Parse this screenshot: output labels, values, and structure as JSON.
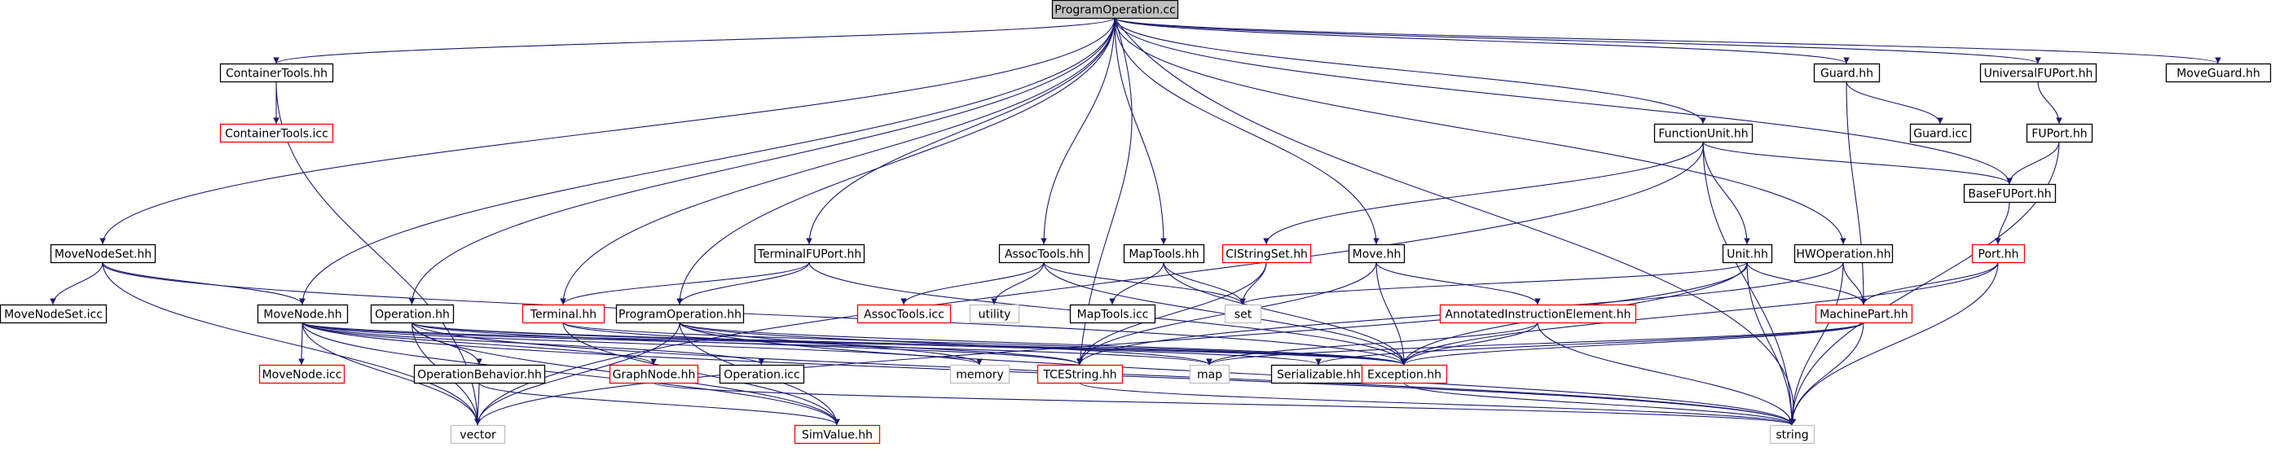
{
  "colors": {
    "root_fill": "#bfbfbf",
    "normal_border": "#000000",
    "truncated_border": "#ff0000",
    "external_border": "#bfbfbf",
    "edge": "#191970",
    "text": "#000000"
  },
  "nodes": {
    "programoperation_cc": {
      "label": "ProgramOperation.cc",
      "kind": "root"
    },
    "containertools_hh": {
      "label": "ContainerTools.hh",
      "kind": "normal"
    },
    "containertools_icc": {
      "label": "ContainerTools.icc",
      "kind": "truncated"
    },
    "guard_hh": {
      "label": "Guard.hh",
      "kind": "normal"
    },
    "guard_icc": {
      "label": "Guard.icc",
      "kind": "normal"
    },
    "universalfuport_hh": {
      "label": "UniversalFUPort.hh",
      "kind": "normal"
    },
    "moveguard_hh": {
      "label": "MoveGuard.hh",
      "kind": "normal"
    },
    "fuport_hh": {
      "label": "FUPort.hh",
      "kind": "normal"
    },
    "functionunit_hh": {
      "label": "FunctionUnit.hh",
      "kind": "normal"
    },
    "basefuport_hh": {
      "label": "BaseFUPort.hh",
      "kind": "normal"
    },
    "movenodeset_hh": {
      "label": "MoveNodeSet.hh",
      "kind": "normal"
    },
    "terminalfuport_hh": {
      "label": "TerminalFUPort.hh",
      "kind": "normal"
    },
    "assoctools_hh": {
      "label": "AssocTools.hh",
      "kind": "normal"
    },
    "maptools_hh": {
      "label": "MapTools.hh",
      "kind": "normal"
    },
    "cistringset_hh": {
      "label": "CIStringSet.hh",
      "kind": "truncated"
    },
    "move_hh": {
      "label": "Move.hh",
      "kind": "normal"
    },
    "unit_hh": {
      "label": "Unit.hh",
      "kind": "normal"
    },
    "hwoperation_hh": {
      "label": "HWOperation.hh",
      "kind": "normal"
    },
    "port_hh": {
      "label": "Port.hh",
      "kind": "truncated"
    },
    "movenodeset_icc": {
      "label": "MoveNodeSet.icc",
      "kind": "normal"
    },
    "movenode_hh": {
      "label": "MoveNode.hh",
      "kind": "normal"
    },
    "operation_hh": {
      "label": "Operation.hh",
      "kind": "normal"
    },
    "terminal_hh": {
      "label": "Terminal.hh",
      "kind": "truncated"
    },
    "programoperation_hh": {
      "label": "ProgramOperation.hh",
      "kind": "normal"
    },
    "assoctools_icc": {
      "label": "AssocTools.icc",
      "kind": "truncated"
    },
    "utility": {
      "label": "utility",
      "kind": "external"
    },
    "maptools_icc": {
      "label": "MapTools.icc",
      "kind": "normal"
    },
    "set": {
      "label": "set",
      "kind": "external"
    },
    "annotatedinstructionelement_hh": {
      "label": "AnnotatedInstructionElement.hh",
      "kind": "truncated"
    },
    "machinepart_hh": {
      "label": "MachinePart.hh",
      "kind": "truncated"
    },
    "movenode_icc": {
      "label": "MoveNode.icc",
      "kind": "truncated"
    },
    "operationbehavior_hh": {
      "label": "OperationBehavior.hh",
      "kind": "normal"
    },
    "graphnode_hh": {
      "label": "GraphNode.hh",
      "kind": "truncated"
    },
    "operation_icc": {
      "label": "Operation.icc",
      "kind": "normal"
    },
    "memory": {
      "label": "memory",
      "kind": "external"
    },
    "tcestring_hh": {
      "label": "TCEString.hh",
      "kind": "truncated"
    },
    "map": {
      "label": "map",
      "kind": "external"
    },
    "serializable_hh": {
      "label": "Serializable.hh",
      "kind": "normal"
    },
    "exception_hh": {
      "label": "Exception.hh",
      "kind": "truncated"
    },
    "vector": {
      "label": "vector",
      "kind": "external"
    },
    "simvalue_hh": {
      "label": "SimValue.hh",
      "kind": "truncated"
    },
    "string": {
      "label": "string",
      "kind": "external"
    }
  },
  "edges": [
    [
      "programoperation_cc",
      "containertools_hh"
    ],
    [
      "programoperation_cc",
      "guard_hh"
    ],
    [
      "programoperation_cc",
      "universalfuport_hh"
    ],
    [
      "programoperation_cc",
      "moveguard_hh"
    ],
    [
      "programoperation_cc",
      "functionunit_hh"
    ],
    [
      "programoperation_cc",
      "basefuport_hh"
    ],
    [
      "programoperation_cc",
      "movenodeset_hh"
    ],
    [
      "programoperation_cc",
      "terminalfuport_hh"
    ],
    [
      "programoperation_cc",
      "assoctools_hh"
    ],
    [
      "programoperation_cc",
      "maptools_hh"
    ],
    [
      "programoperation_cc",
      "move_hh"
    ],
    [
      "programoperation_cc",
      "hwoperation_hh"
    ],
    [
      "programoperation_cc",
      "movenode_hh"
    ],
    [
      "programoperation_cc",
      "operation_hh"
    ],
    [
      "programoperation_cc",
      "terminal_hh"
    ],
    [
      "programoperation_cc",
      "programoperation_hh"
    ],
    [
      "programoperation_cc",
      "tcestring_hh"
    ],
    [
      "programoperation_cc",
      "string"
    ],
    [
      "containertools_hh",
      "containertools_icc"
    ],
    [
      "containertools_hh",
      "vector"
    ],
    [
      "guard_hh",
      "guard_icc"
    ],
    [
      "guard_hh",
      "machinepart_hh"
    ],
    [
      "universalfuport_hh",
      "fuport_hh"
    ],
    [
      "fuport_hh",
      "basefuport_hh"
    ],
    [
      "fuport_hh",
      "string"
    ],
    [
      "basefuport_hh",
      "port_hh"
    ],
    [
      "functionunit_hh",
      "basefuport_hh"
    ],
    [
      "functionunit_hh",
      "cistringset_hh"
    ],
    [
      "functionunit_hh",
      "unit_hh"
    ],
    [
      "functionunit_hh",
      "vector"
    ],
    [
      "functionunit_hh",
      "string"
    ],
    [
      "port_hh",
      "machinepart_hh"
    ],
    [
      "port_hh",
      "string"
    ],
    [
      "port_hh",
      "exception_hh"
    ],
    [
      "hwoperation_hh",
      "machinepart_hh"
    ],
    [
      "hwoperation_hh",
      "string"
    ],
    [
      "hwoperation_hh",
      "tcestring_hh"
    ],
    [
      "unit_hh",
      "machinepart_hh"
    ],
    [
      "unit_hh",
      "set"
    ],
    [
      "unit_hh",
      "string"
    ],
    [
      "unit_hh",
      "exception_hh"
    ],
    [
      "unit_hh",
      "vector"
    ],
    [
      "machinepart_hh",
      "map"
    ],
    [
      "machinepart_hh",
      "serializable_hh"
    ],
    [
      "machinepart_hh",
      "exception_hh"
    ],
    [
      "machinepart_hh",
      "string"
    ],
    [
      "cistringset_hh",
      "set"
    ],
    [
      "cistringset_hh",
      "tcestring_hh"
    ],
    [
      "move_hh",
      "annotatedinstructionelement_hh"
    ],
    [
      "move_hh",
      "exception_hh"
    ],
    [
      "move_hh",
      "tcestring_hh"
    ],
    [
      "annotatedinstructionelement_hh",
      "map"
    ],
    [
      "annotatedinstructionelement_hh",
      "exception_hh"
    ],
    [
      "annotatedinstructionelement_hh",
      "string"
    ],
    [
      "assoctools_hh",
      "assoctools_icc"
    ],
    [
      "assoctools_hh",
      "utility"
    ],
    [
      "assoctools_hh",
      "set"
    ],
    [
      "assoctools_hh",
      "exception_hh"
    ],
    [
      "maptools_hh",
      "maptools_icc"
    ],
    [
      "maptools_hh",
      "set"
    ],
    [
      "maptools_hh",
      "exception_hh"
    ],
    [
      "terminalfuport_hh",
      "terminal_hh"
    ],
    [
      "terminalfuport_hh",
      "programoperation_hh"
    ],
    [
      "terminalfuport_hh",
      "exception_hh"
    ],
    [
      "movenodeset_hh",
      "movenodeset_icc"
    ],
    [
      "movenodeset_hh",
      "movenode_hh"
    ],
    [
      "movenodeset_hh",
      "vector"
    ],
    [
      "movenodeset_hh",
      "exception_hh"
    ],
    [
      "movenode_hh",
      "movenode_icc"
    ],
    [
      "movenode_hh",
      "graphnode_hh"
    ],
    [
      "movenode_hh",
      "operation_icc"
    ],
    [
      "movenode_hh",
      "vector"
    ],
    [
      "movenode_hh",
      "map"
    ],
    [
      "movenode_hh",
      "memory"
    ],
    [
      "movenode_hh",
      "exception_hh"
    ],
    [
      "movenode_hh",
      "simvalue_hh"
    ],
    [
      "movenode_hh",
      "string"
    ],
    [
      "operation_hh",
      "operationbehavior_hh"
    ],
    [
      "operation_hh",
      "vector"
    ],
    [
      "operation_hh",
      "serializable_hh"
    ],
    [
      "operation_hh",
      "tcestring_hh"
    ],
    [
      "operation_hh",
      "exception_hh"
    ],
    [
      "operation_hh",
      "simvalue_hh"
    ],
    [
      "operation_hh",
      "string"
    ],
    [
      "operationbehavior_hh",
      "vector"
    ],
    [
      "operationbehavior_hh",
      "simvalue_hh"
    ],
    [
      "terminal_hh",
      "tcestring_hh"
    ],
    [
      "terminal_hh",
      "exception_hh"
    ],
    [
      "terminal_hh",
      "simvalue_hh"
    ],
    [
      "programoperation_hh",
      "memory"
    ],
    [
      "programoperation_hh",
      "map"
    ],
    [
      "programoperation_hh",
      "vector"
    ],
    [
      "programoperation_hh",
      "simvalue_hh"
    ],
    [
      "programoperation_hh",
      "exception_hh"
    ],
    [
      "programoperation_hh",
      "string"
    ],
    [
      "graphnode_hh",
      "string"
    ],
    [
      "tcestring_hh",
      "string"
    ],
    [
      "exception_hh",
      "string"
    ]
  ]
}
